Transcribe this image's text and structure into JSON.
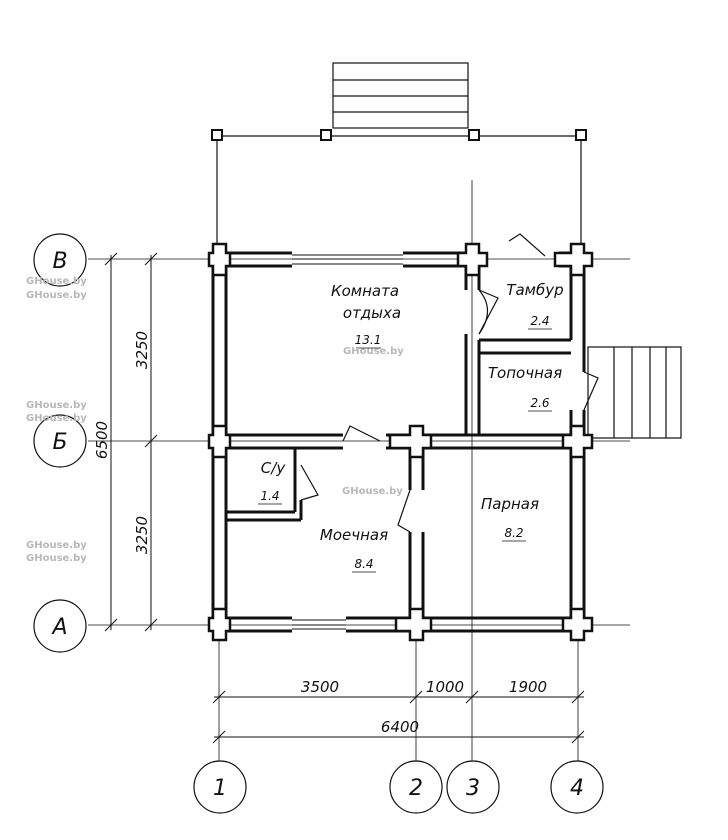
{
  "rooms": [
    {
      "id": "rest",
      "name_line1": "Комната",
      "name_line2": "отдыха",
      "area": "13.1"
    },
    {
      "id": "vestibule",
      "name": "Тамбур",
      "area": "2.4"
    },
    {
      "id": "furnace",
      "name": "Топочная",
      "area": "2.6"
    },
    {
      "id": "wc",
      "name": "С/у",
      "area": "1.4"
    },
    {
      "id": "washing",
      "name": "Моечная",
      "area": "8.4"
    },
    {
      "id": "steam",
      "name": "Парная",
      "area": "8.2"
    }
  ],
  "axes": {
    "rows": [
      "В",
      "Б",
      "А"
    ],
    "cols": [
      "1",
      "2",
      "3",
      "4"
    ]
  },
  "dimensions": {
    "vertical_upper": "3250",
    "vertical_lower": "3250",
    "vertical_total": "6500",
    "horizontal_a": "3500",
    "horizontal_b": "1000",
    "horizontal_c": "1900",
    "horizontal_total": "6400"
  },
  "watermark": "GHouse.by"
}
